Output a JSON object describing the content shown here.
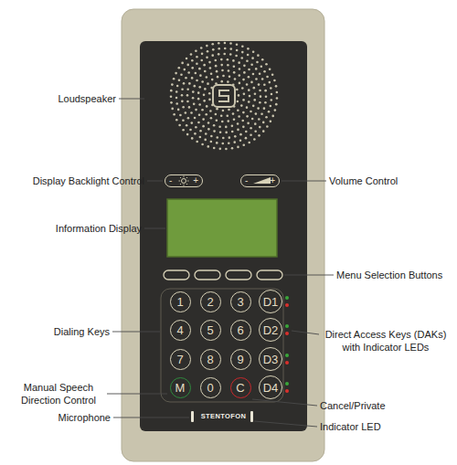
{
  "diagram": {
    "nodes": [
      {
        "text": [
          "STENTOFON"
        ]
      },
      {
        "text": [
          "-",
          "+"
        ],
        "in": 0
      },
      {
        "text": [
          "-",
          "+"
        ],
        "in": 0
      },
      {
        "text": [
          "1"
        ],
        "in": 0
      },
      {
        "text": [
          "2"
        ],
        "in": 0
      },
      {
        "text": [
          "3"
        ],
        "in": 0
      },
      {
        "text": [
          "D1"
        ],
        "in": 0
      },
      {
        "text": [
          "4"
        ],
        "in": 0
      },
      {
        "text": [
          "5"
        ],
        "in": 0
      },
      {
        "text": [
          "6"
        ],
        "in": 0
      },
      {
        "text": [
          "D2"
        ],
        "in": 0
      },
      {
        "text": [
          "7"
        ],
        "in": 0
      },
      {
        "text": [
          "8"
        ],
        "in": 0
      },
      {
        "text": [
          "9"
        ],
        "in": 0
      },
      {
        "text": [
          "D3"
        ],
        "in": 0
      },
      {
        "text": [
          "M"
        ],
        "in": 0
      },
      {
        "text": [
          "0"
        ],
        "in": 0
      },
      {
        "text": [
          "C"
        ],
        "in": 0
      },
      {
        "text": [
          "D4"
        ],
        "in": 0
      }
    ],
    "labels": [
      "Loudspeaker",
      "Display Backlight Control",
      "Volume Control",
      "Information Display",
      "Menu Selection Buttons",
      "Dialing Keys",
      "Direct Access Keys (DAKs) with Indicator LEDs",
      "Manual Speech Direction Control",
      "Cancel/Private",
      "Microphone",
      "Indicator LED"
    ]
  }
}
